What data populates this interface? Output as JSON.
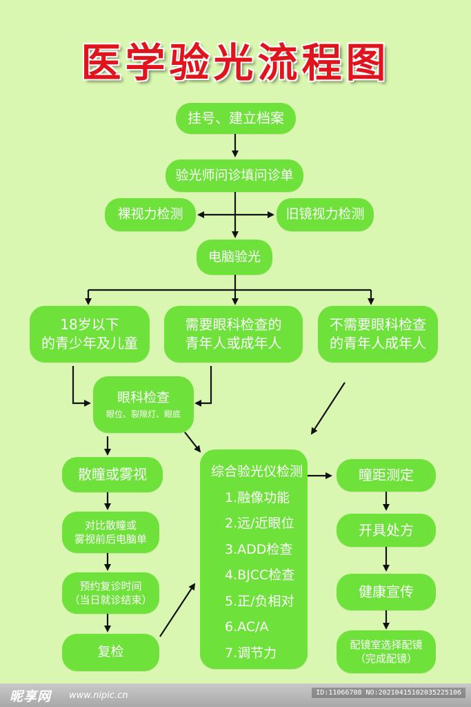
{
  "title": "医学验光流程图",
  "nodes": {
    "register": "挂号、建立档案",
    "questionnaire": "验光师问诊填问诊单",
    "naked_vision": "裸视力检测",
    "old_glasses": "旧镜视力检测",
    "computer_refraction": "电脑验光",
    "youth_line1": "18岁以下",
    "youth_line2": "的青少年及儿童",
    "need_eye_line1": "需要眼科检查的",
    "need_eye_line2": "青年人或成年人",
    "no_eye_line1": "不需要眼科检查",
    "no_eye_line2": "的青年人成年人",
    "eye_exam": "眼科检查",
    "eye_exam_sub": "眼位、裂隙灯、眼底",
    "dilation": "散瞳或雾视",
    "compare_line1": "对比散瞳或",
    "compare_line2": "雾视前后电脑单",
    "appointment_line1": "预约复诊时间",
    "appointment_line2": "（当日就诊结束）",
    "recheck": "复检",
    "comprehensive_title": "综合验光仪检测",
    "comprehensive_items": [
      "1.融像功能",
      "2.远/近眼位",
      "3.ADD检查",
      "4.BJCC检查",
      "5.正/负相对",
      "6.AC/A",
      "7.调节力"
    ],
    "pupil_distance": "瞳距测定",
    "prescription": "开具处方",
    "health_education": "健康宣传",
    "choose_line1": "配镜室选择配镜",
    "choose_line2": "（完成配镜）"
  },
  "watermark": {
    "logo": "昵享网",
    "url": "www.nipic.cn",
    "id": "ID:11066708 NO:20210415102035225106"
  },
  "colors": {
    "background": "#d9f7b0",
    "box": "#6ee23a",
    "title": "#e0141c",
    "arrow": "#111111"
  }
}
